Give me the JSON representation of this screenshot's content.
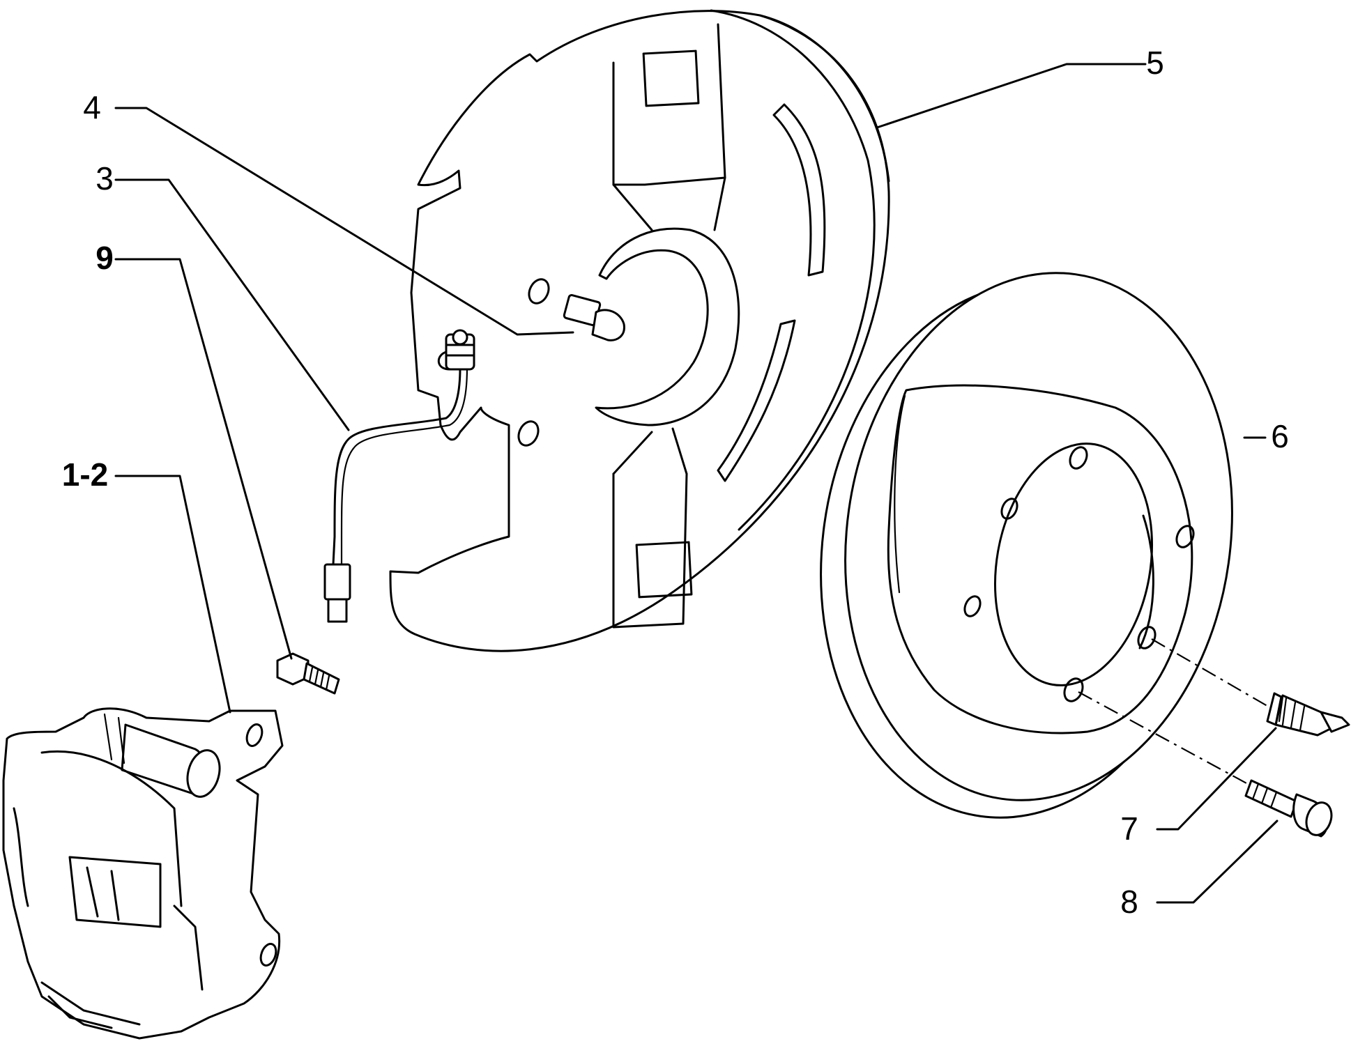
{
  "callouts": [
    {
      "id": "c4",
      "label": "4"
    },
    {
      "id": "c3",
      "label": "3"
    },
    {
      "id": "c9",
      "label": "9"
    },
    {
      "id": "c12",
      "label": "1-2"
    },
    {
      "id": "c5",
      "label": "5"
    },
    {
      "id": "c6",
      "label": "6"
    },
    {
      "id": "c7",
      "label": "7"
    },
    {
      "id": "c8",
      "label": "8"
    }
  ]
}
